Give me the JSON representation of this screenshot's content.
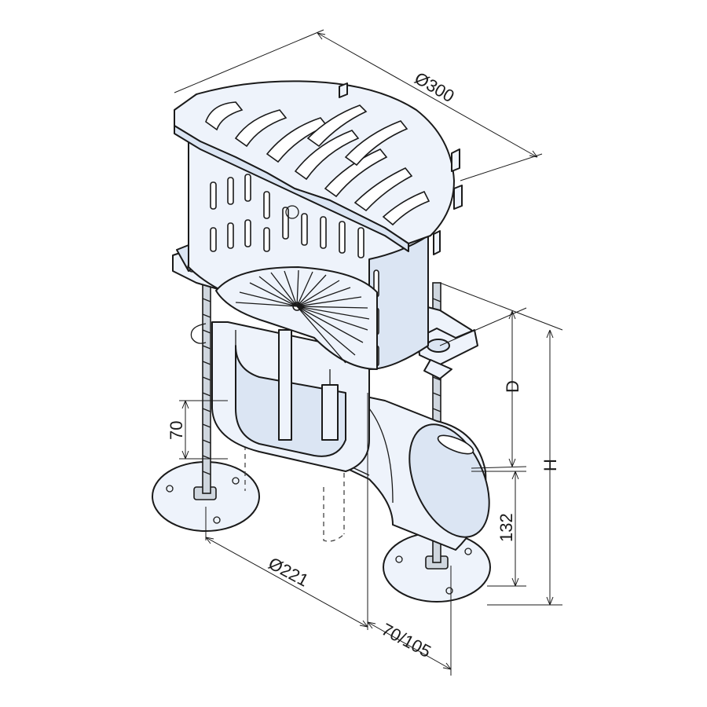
{
  "dimensions": {
    "top_diameter": "Ø300",
    "d_label": "D",
    "h_label": "H",
    "height_70": "70",
    "height_132": "132",
    "base_diameter": "Ø221",
    "outlet_size": "70/105"
  },
  "colors": {
    "body_fill": "#eef3fb",
    "shade_fill": "#dbe5f3",
    "outline": "#1a1a1a"
  }
}
